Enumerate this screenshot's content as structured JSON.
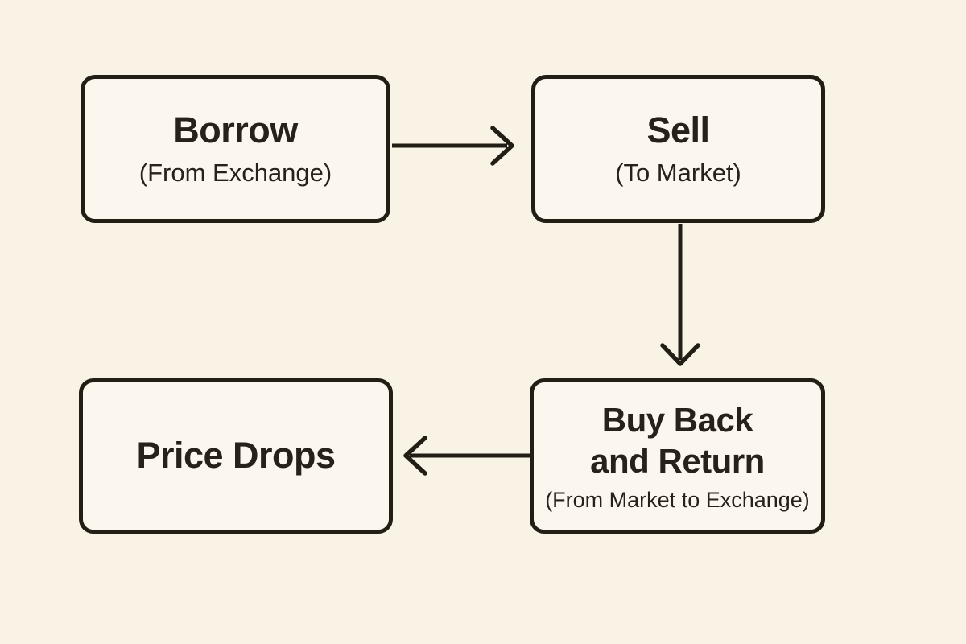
{
  "colors": {
    "background": "#f9f3e6",
    "node_fill": "#fbf7ef",
    "node_border": "#221e16",
    "text": "#26221b",
    "arrow": "#221e16"
  },
  "nodes": {
    "borrow": {
      "title": "Borrow",
      "subtitle": "(From Exchange)"
    },
    "sell": {
      "title": "Sell",
      "subtitle": "(To Market)"
    },
    "buy_back": {
      "title_line1": "Buy Back",
      "title_line2": "and Return",
      "subtitle": "(From Market to Exchange)"
    },
    "price_drops": {
      "title": "Price Drops"
    }
  },
  "edges": [
    {
      "from": "borrow",
      "to": "sell",
      "direction": "right"
    },
    {
      "from": "sell",
      "to": "buy_back",
      "direction": "down"
    },
    {
      "from": "buy_back",
      "to": "price_drops",
      "direction": "left"
    }
  ]
}
